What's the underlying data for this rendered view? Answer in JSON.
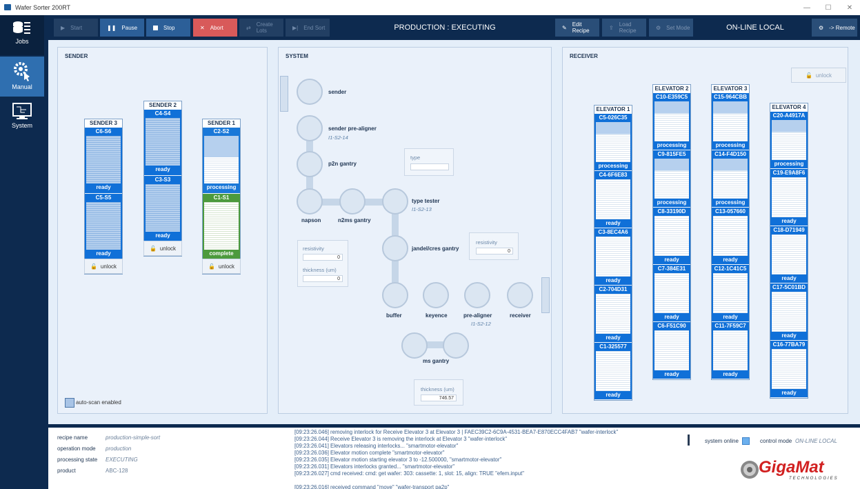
{
  "window": {
    "title": "Wafer Sorter 200RT",
    "minimize": "—",
    "maximize": "☐",
    "close": "✕"
  },
  "nav": [
    {
      "label": "Jobs",
      "icon": "jobs-icon"
    },
    {
      "label": "Manual",
      "icon": "manual-gear-icon"
    },
    {
      "label": "System",
      "icon": "system-icon"
    }
  ],
  "toolbar": {
    "start": "Start",
    "pause": "Pause",
    "stop": "Stop",
    "abort": "Abort",
    "create_lots": "Create Lots",
    "end_sort": "End Sort",
    "edit_recipe": "Edit Recipe",
    "load_recipe": "Load Recipe",
    "set_mode": "Set Mode",
    "remote": "-> Remote"
  },
  "status": {
    "production": "PRODUCTION : EXECUTING",
    "mode": "ON-LINE LOCAL"
  },
  "sender": {
    "title": "SENDER",
    "autoscan": "auto-scan enabled",
    "unlock": "unlock",
    "s3": {
      "name": "SENDER 3",
      "slots": [
        {
          "id": "C6-S6",
          "state": "ready"
        },
        {
          "id": "C5-S5",
          "state": "ready"
        }
      ]
    },
    "s2": {
      "name": "SENDER 2",
      "slots": [
        {
          "id": "C4-S4",
          "state": "ready"
        },
        {
          "id": "C3-S3",
          "state": "ready"
        }
      ]
    },
    "s1": {
      "name": "SENDER 1",
      "slots": [
        {
          "id": "C2-S2",
          "state": "processing"
        },
        {
          "id": "C1-S1",
          "state": "complete"
        }
      ]
    }
  },
  "system": {
    "title": "SYSTEM",
    "nodes": {
      "sender": "sender",
      "sender_prealigner": "sender pre-aligner",
      "sender_prealigner_sub": "I1-S2-14",
      "p2n": "p2n gantry",
      "napson": "napson",
      "n2ms": "n2ms gantry",
      "type_tester": "type tester",
      "type_tester_sub": "I1-S2-13",
      "jandel": "jandel/cres gantry",
      "buffer": "buffer",
      "keyence": "keyence",
      "prealigner": "pre-aligner",
      "prealigner_sub": "I1-S2-12",
      "receiver": "receiver",
      "ms_gantry": "ms gantry"
    },
    "type_label": "type",
    "type_value": "",
    "napson_resistivity_label": "resistivity",
    "napson_resistivity": "0",
    "napson_thickness_label": "thickness (um)",
    "napson_thickness": "0",
    "jandel_resistivity_label": "resistivity",
    "jandel_resistivity": "0",
    "ms_thickness_label": "thickness (um)",
    "ms_thickness": "746.57"
  },
  "receiver": {
    "title": "RECEIVER",
    "unlock": "unlock",
    "e1": {
      "name": "ELEVATOR 1",
      "slots": [
        {
          "id": "C5-026C35",
          "state": "processing"
        },
        {
          "id": "C4-6F6E83",
          "state": "ready"
        },
        {
          "id": "C3-8EC4A6",
          "state": "ready"
        },
        {
          "id": "C2-704D31",
          "state": "ready"
        },
        {
          "id": "C1-325577",
          "state": "ready"
        }
      ]
    },
    "e2": {
      "name": "ELEVATOR 2",
      "slots": [
        {
          "id": "C10-E359C5",
          "state": "processing"
        },
        {
          "id": "C9-815FE5",
          "state": "processing"
        },
        {
          "id": "C8-33190D",
          "state": "ready"
        },
        {
          "id": "C7-384E31",
          "state": "ready"
        },
        {
          "id": "C6-F51C90",
          "state": "ready"
        }
      ]
    },
    "e3": {
      "name": "ELEVATOR 3",
      "slots": [
        {
          "id": "C15-964CBB",
          "state": "processing"
        },
        {
          "id": "C14-F4D150",
          "state": "processing"
        },
        {
          "id": "C13-057660",
          "state": "ready"
        },
        {
          "id": "C12-1C41C5",
          "state": "ready"
        },
        {
          "id": "C11-7F59C7",
          "state": "ready"
        }
      ]
    },
    "e4": {
      "name": "ELEVATOR 4",
      "slots": [
        {
          "id": "C20-A4917A",
          "state": "processing"
        },
        {
          "id": "C19-E9A8F6",
          "state": "ready"
        },
        {
          "id": "C18-D71949",
          "state": "ready"
        },
        {
          "id": "C17-5C01BD",
          "state": "ready"
        },
        {
          "id": "C16-77BA79",
          "state": "ready"
        }
      ]
    }
  },
  "info": {
    "recipe_name_label": "recipe name",
    "recipe_name": "production-simple-sort",
    "operation_mode_label": "operation mode",
    "operation_mode": "production",
    "processing_state_label": "processing state",
    "processing_state": "EXECUTING",
    "product_label": "product",
    "product": "ABC-128"
  },
  "log": [
    "[09:23:26.046] removing interlock for Receive Elevator 3 at Elevator 3 | FAEC39C2-6C9A-4531-BEA7-E870ECC4FAB7 \"wafer-interlock\"",
    "[09:23:26.044] Receive Elevator 3 is removing the interlock at Elevator 3 \"wafer-interlock\"",
    "[09:23:26.041] Elevators releasing interlocks... \"smartmotor-elevator\"",
    "[09:23:26.036] Elevator motion complete \"smartmotor-elevator\"",
    "[09:23:26.035] Elevator motion starting elevator 3 to -12.500000, \"smartmotor-elevator\"",
    "[09:23:26.031] Elevators interlocks granted... \"smartmotor-elevator\"",
    "[09:23:26.027] cmd received: cmd: get wafer: 303: cassette: 1, slot: 15, align: TRUE \"efem.input\"",
    "",
    "[09:23:26.016] received command \"move\" \"wafer-transport pa2p\""
  ],
  "footer": {
    "system_online": "system online",
    "control_mode_label": "control mode",
    "control_mode": "ON-LINE LOCAL",
    "logo": "GigaMat",
    "logo_sub": "TECHNOLOGIES"
  },
  "colors": {
    "accent": "#1070d8",
    "complete": "#4c9a3d",
    "abort": "#d85a5a",
    "navy": "#0d2a4f"
  }
}
